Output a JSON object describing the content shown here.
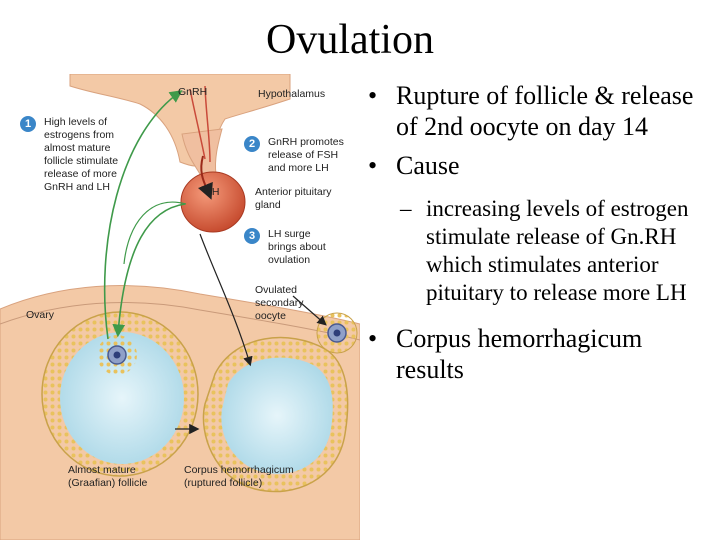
{
  "title": "Ovulation",
  "figure": {
    "labels": {
      "gnrh": "GnRH",
      "hypothalamus": "Hypothalamus",
      "lh": "LH",
      "anterior_pituitary": "Anterior pituitary\ngland",
      "ovary": "Ovary",
      "ovulated_oocyte": "Ovulated\nsecondary\noocyte",
      "almost_mature": "Almost mature\n(Graafian) follicle",
      "corpus": "Corpus hemorrhagicum\n(ruptured follicle)"
    },
    "steps": [
      {
        "num": "1",
        "text": "High levels of\nestrogens from\nalmost mature\nfollicle stimulate\nrelease of more\nGnRH and LH"
      },
      {
        "num": "2",
        "text": "GnRH promotes\nrelease of FSH\nand more LH"
      },
      {
        "num": "3",
        "text": "LH surge\nbrings about\novulation"
      }
    ]
  },
  "bullets": [
    {
      "marker": "•",
      "text": "Rupture of follicle & release of 2nd oocyte on day 14"
    },
    {
      "marker": "•",
      "text": "Cause"
    },
    {
      "marker": "–",
      "text": "increasing levels of estrogen stimulate release of Gn.RH which stimulates anterior pituitary to release more LH"
    },
    {
      "marker": "•",
      "text": "Corpus hemorrhagicum results"
    }
  ],
  "colors": {
    "arrow_green": "#3f9a4a",
    "step_blue": "#3a86c8",
    "pituitary": "#d9603e",
    "tissue": "#f3c9a6",
    "follicle_fluid": "#bfe3ef",
    "granulosa": "#f1d47c"
  }
}
